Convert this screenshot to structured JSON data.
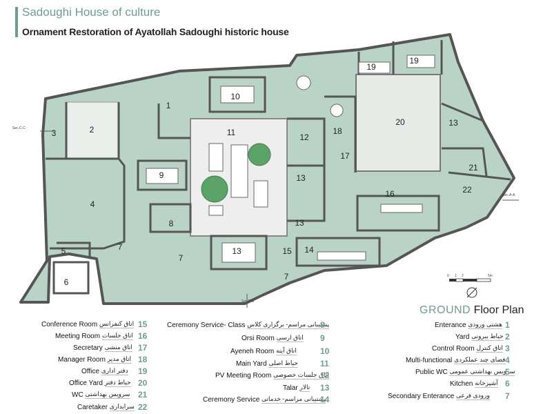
{
  "header": {
    "title": "Sadoughi House of culture",
    "subtitle": "Ornament Restoration of Ayatollah Sadoughi historic house"
  },
  "plan": {
    "heading_green": "GROUND",
    "heading_dark": "Floor Plan",
    "section_labels": [
      "Sec.C-C",
      "Sec.A-A",
      "Sec.B-B"
    ],
    "scale_labels": [
      "0",
      "1",
      "2",
      "5m"
    ],
    "colors": {
      "room_fill": "#b9d4c6",
      "courtyard": "#eeeeee",
      "wall": "#555555",
      "tree": "#5ca36a"
    },
    "rooms": [
      "1",
      "2",
      "3",
      "4",
      "5",
      "6",
      "7",
      "7",
      "7",
      "8",
      "9",
      "10",
      "11",
      "12",
      "13",
      "13",
      "13",
      "13",
      "14",
      "15",
      "16",
      "17",
      "18",
      "19",
      "19",
      "20",
      "21",
      "22"
    ]
  },
  "legend": {
    "right": [
      {
        "num": "1",
        "en": "Enterance",
        "fa": "هشتی ورودی"
      },
      {
        "num": "2",
        "en": "Yard",
        "fa": "حیاط بیرونی"
      },
      {
        "num": "3",
        "en": "Control Room",
        "fa": "اتاق کنترل"
      },
      {
        "num": "4",
        "en": "Multi-functional",
        "fa": "فضای چند عملکردی"
      },
      {
        "num": "5",
        "en": "Public WC",
        "fa": "سرویس بهداشتی عمومی"
      },
      {
        "num": "6",
        "en": "Kitchen",
        "fa": "آشپزخانه"
      },
      {
        "num": "7",
        "en": "Secondary Enterance",
        "fa": "ورودی فرعی"
      }
    ],
    "middle": [
      {
        "num": "8",
        "en": "Ceremony Service- Class",
        "fa": "پشتیبانی مراسم- برگزاری کلاس"
      },
      {
        "num": "9",
        "en": "Orsi Room",
        "fa": "اتاق ارسی"
      },
      {
        "num": "10",
        "en": "Ayeneh Room",
        "fa": "اتاق آینه"
      },
      {
        "num": "11",
        "en": "Main Yard",
        "fa": "حیاط اصلی"
      },
      {
        "num": "12",
        "en": "PV Meeting Room",
        "fa": "اتاق جلسات خصوصی"
      },
      {
        "num": "13",
        "en": "Talar",
        "fa": "تالار"
      },
      {
        "num": "14",
        "en": "Ceremony Service",
        "fa": "پشتیبانی مراسم- خدماتی"
      }
    ],
    "left": [
      {
        "num": "15",
        "en": "Conference Room",
        "fa": "اتاق کنفرانس"
      },
      {
        "num": "16",
        "en": "Meeting Room",
        "fa": "اتاق جلسات"
      },
      {
        "num": "17",
        "en": "Secretary",
        "fa": "اتاق منشی"
      },
      {
        "num": "18",
        "en": "Manager Room",
        "fa": "اتاق مدیر"
      },
      {
        "num": "19",
        "en": "Office",
        "fa": "دفتر اداری"
      },
      {
        "num": "20",
        "en": "Office Yard",
        "fa": "حیاط دفتر"
      },
      {
        "num": "21",
        "en": "WC",
        "fa": "سرویس بهداشتی"
      },
      {
        "num": "22",
        "en": "Caretaker",
        "fa": "سرایداری"
      }
    ]
  }
}
